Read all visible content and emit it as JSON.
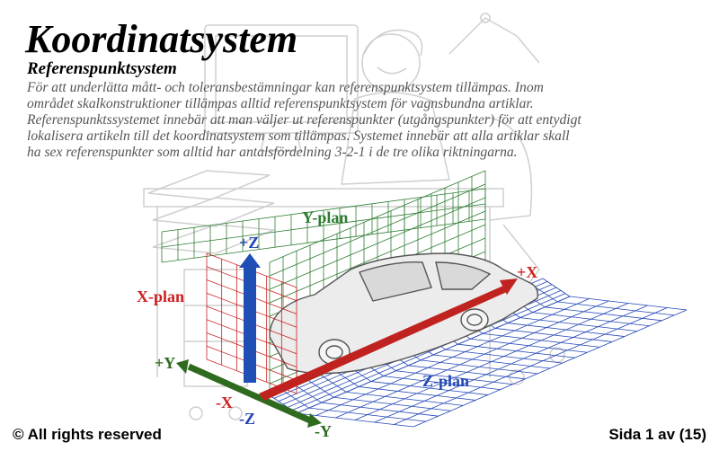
{
  "title": "Koordinatsystem",
  "subtitle": "Referenspunktsystem",
  "body_lines": [
    "För att underlätta mått- och toleransbestämningar kan referenspunktsystem tillämpas. Inom",
    "området skalkonstruktioner tillämpas alltid referenspunktsystem för vagnsbundna artiklar.",
    "Referenspunktssystemet innebär att man väljer ut referenspunkter (utgångspunkter) för att entydigt",
    "lokalisera artikeln till det koordinatsystem som tillämpas. Systemet innebär att alla artiklar skall",
    "ha sex referenspunkter som alltid har antalsfördelning 3-2-1 i de tre olika riktningarna."
  ],
  "diagram": {
    "y_plane_label": "Y-plan",
    "x_plane_label": "X-plan",
    "z_plane_label": "Z-plan",
    "plus_z": "+Z",
    "minus_z": "-Z",
    "plus_x": "+X",
    "minus_x": "-X",
    "plus_y": "+Y",
    "minus_y": "-Y"
  },
  "colors": {
    "y_plane": "#2e7d32",
    "x_plane": "#cc1f1f",
    "z_plane": "#2346b8",
    "x_axis": "#c0231f",
    "y_axis": "#2f6b1e",
    "z_axis": "#1f4fb5"
  },
  "footer": {
    "copyright": "© All rights reserved",
    "page": "Sida 1 av (15)"
  }
}
